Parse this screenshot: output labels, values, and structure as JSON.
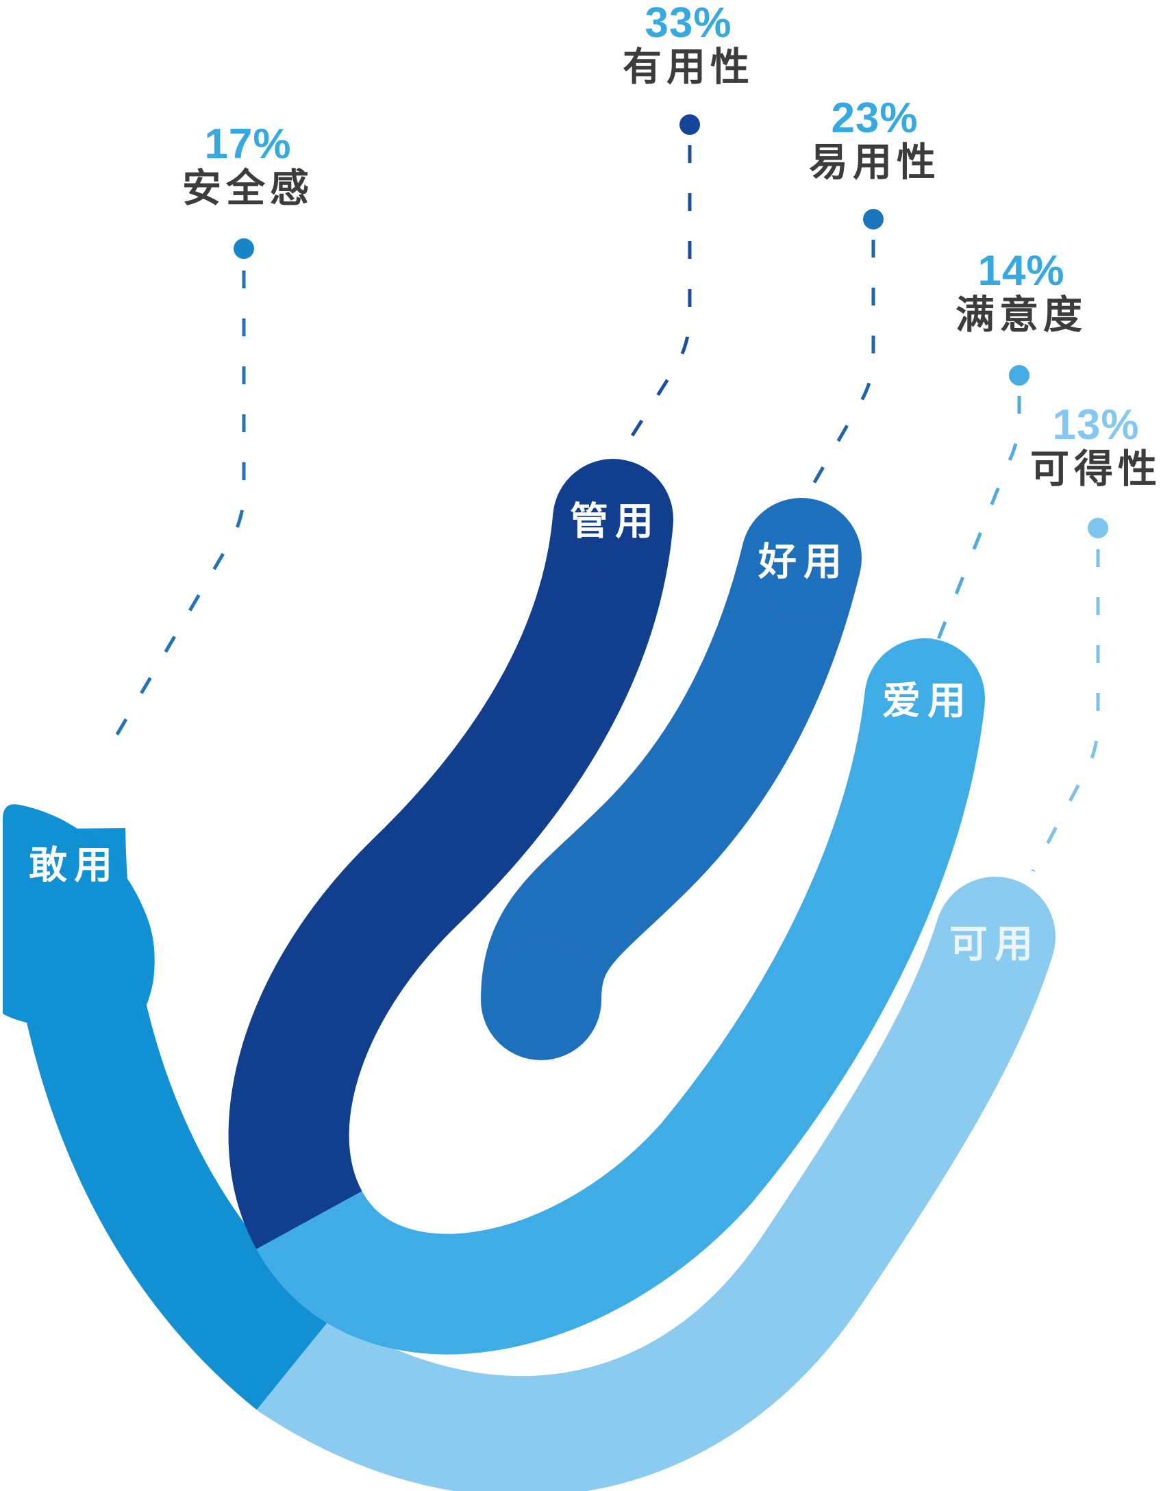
{
  "chart_data": {
    "type": "pie",
    "variant": "hand-shaped percentage infographic (nested finger ribbons)",
    "title": "",
    "categories": [
      "有用性",
      "易用性",
      "安全感",
      "满意度",
      "可得性"
    ],
    "values": [
      33,
      23,
      17,
      14,
      13
    ],
    "unit": "%",
    "slice_labels": [
      "管用",
      "好用",
      "敢用",
      "爱用",
      "可用"
    ],
    "colors": [
      "#123E8E",
      "#1E6FBC",
      "#1190D3",
      "#3FACE6",
      "#8CCBF0"
    ],
    "legend_position": "none",
    "grid": false
  },
  "palette": {
    "background": "#FFFFFF",
    "label_text": "#3C3C3C",
    "percent_blue": "#36A9E1",
    "percent_light_blue": "#82C8F0"
  },
  "callouts": [
    {
      "percent": "33%",
      "name": "有用性",
      "percent_color": "#36A9E1",
      "dot_color": "#15459A",
      "line_color": "#1D4FA0"
    },
    {
      "percent": "23%",
      "name": "易用性",
      "percent_color": "#36A9E1",
      "dot_color": "#1B75BC",
      "line_color": "#1E66AC"
    },
    {
      "percent": "17%",
      "name": "安全感",
      "percent_color": "#36A9E1",
      "dot_color": "#1786C8",
      "line_color": "#2273B8"
    },
    {
      "percent": "14%",
      "name": "满意度",
      "percent_color": "#36A9E1",
      "dot_color": "#47ACE4",
      "line_color": "#52ABDE"
    },
    {
      "percent": "13%",
      "name": "可得性",
      "percent_color": "#82C8F0",
      "dot_color": "#7EC6EE",
      "line_color": "#7EC2E8"
    }
  ],
  "fingers": [
    {
      "label": "管用",
      "color": "#123E8E",
      "text_color": "#FFFFFF"
    },
    {
      "label": "好用",
      "color": "#1E6FBC",
      "text_color": "#FFFFFF"
    },
    {
      "label": "爱用",
      "color": "#3FACE6",
      "text_color": "#FFFFFF"
    },
    {
      "label": "可用",
      "color": "#8CCBF0",
      "text_color": "#EAF5FC"
    },
    {
      "label": "敢用",
      "color": "#1190D3",
      "text_color": "#FFFFFF"
    }
  ]
}
